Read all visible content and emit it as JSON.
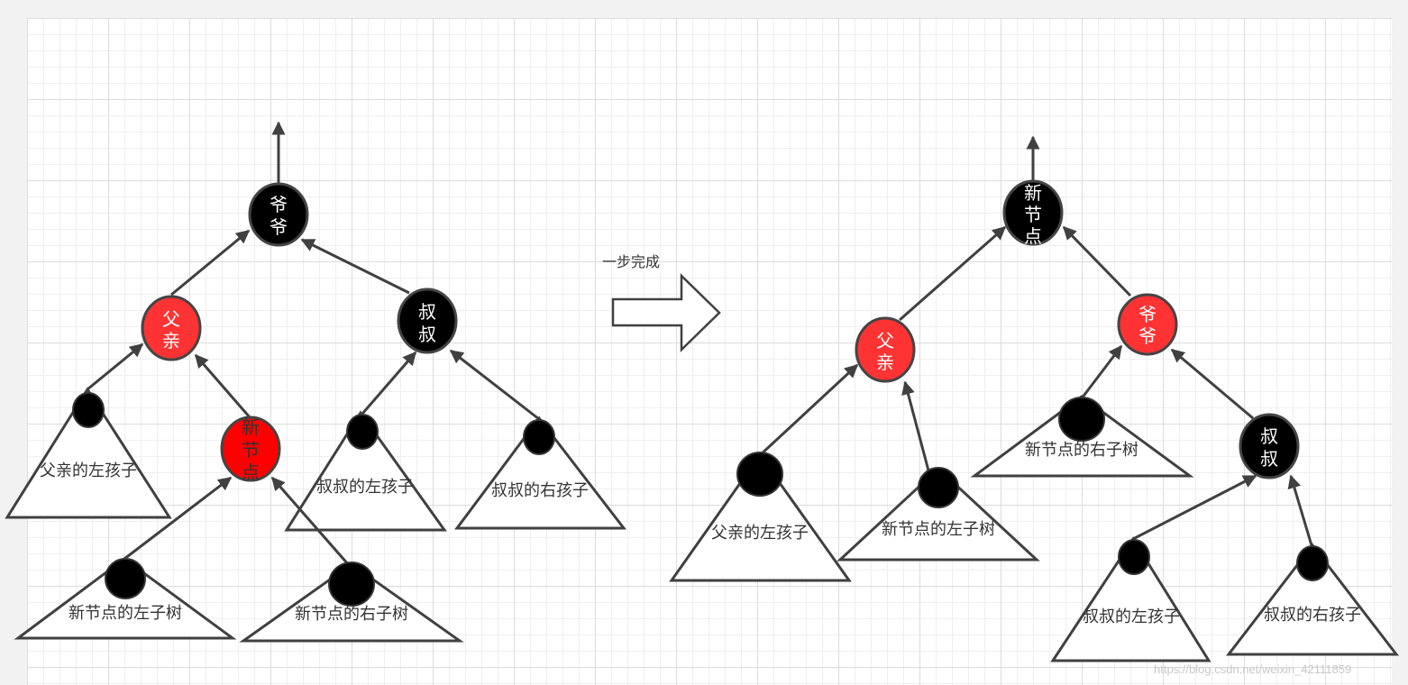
{
  "colors": {
    "red": "#ff3333",
    "bright_red": "#ff0000",
    "black": "#000000",
    "edge": "#404040"
  },
  "left_tree": {
    "grandpa": {
      "label": [
        "爷",
        "爷"
      ],
      "color": "black"
    },
    "father": {
      "label": [
        "父",
        "亲"
      ],
      "color": "red"
    },
    "uncle": {
      "label": [
        "叔",
        "叔"
      ],
      "color": "black"
    },
    "new_node": {
      "label": [
        "新",
        "节",
        "点"
      ],
      "color": "bright_red"
    },
    "subtrees": {
      "father_left": "父亲的左孩子",
      "uncle_left": "叔叔的左孩子",
      "uncle_right": "叔叔的右孩子",
      "new_left": "新节点的左子树",
      "new_right": "新节点的右子树"
    }
  },
  "transition": {
    "label": "一步完成"
  },
  "right_tree": {
    "new_node": {
      "label": [
        "新",
        "节",
        "点"
      ],
      "color": "black"
    },
    "father": {
      "label": [
        "父",
        "亲"
      ],
      "color": "red"
    },
    "grandpa": {
      "label": [
        "爷",
        "爷"
      ],
      "color": "red"
    },
    "uncle": {
      "label": [
        "叔",
        "叔"
      ],
      "color": "black"
    },
    "subtrees": {
      "father_left": "父亲的左孩子",
      "new_left": "新节点的左子树",
      "new_right": "新节点的右子树",
      "uncle_left": "叔叔的左孩子",
      "uncle_right": "叔叔的右孩子"
    }
  },
  "watermark": "https://blog.csdn.net/weixin_42111859"
}
